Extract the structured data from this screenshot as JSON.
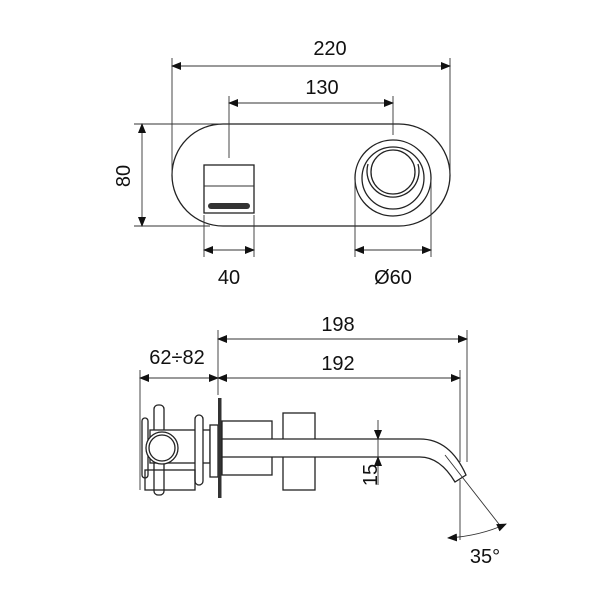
{
  "top_view": {
    "dimensions": {
      "width_total": "220",
      "centers": "130",
      "height": "80",
      "handle_width": "40",
      "knob_diameter": "Ø60"
    }
  },
  "side_view": {
    "dimensions": {
      "length_total": "198",
      "spout_length": "192",
      "depth_range": "62÷82",
      "spout_diameter": "15",
      "angle": "35°"
    }
  },
  "colors": {
    "line": "#222222",
    "background": "#ffffff"
  }
}
